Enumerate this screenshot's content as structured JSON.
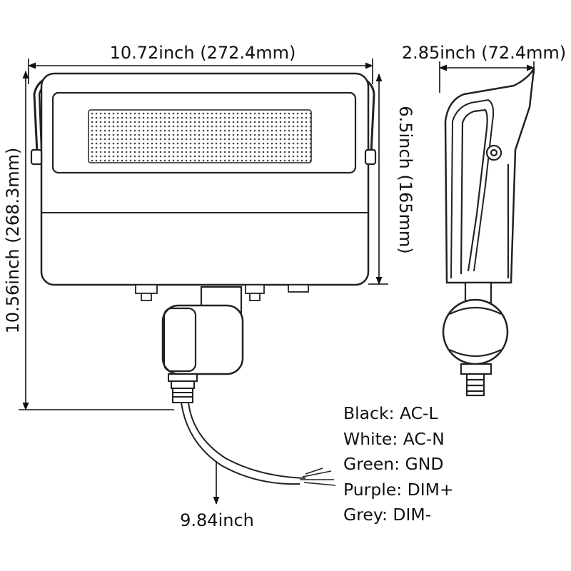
{
  "dimensions": {
    "front_width": "10.72inch (272.4mm)",
    "side_depth": "2.85inch (72.4mm)",
    "overall_height": "10.56inch (268.3mm)",
    "body_height": "6.5inch (165mm)",
    "cable_length": "9.84inch"
  },
  "wiring_legend": [
    {
      "label": "Black: AC-L"
    },
    {
      "label": "White: AC-N"
    },
    {
      "label": "Green: GND"
    },
    {
      "label": "Purple: DIM+"
    },
    {
      "label": "Grey: DIM-"
    }
  ],
  "colors": {
    "line": "#222222",
    "body_fill": "#ffffff"
  }
}
